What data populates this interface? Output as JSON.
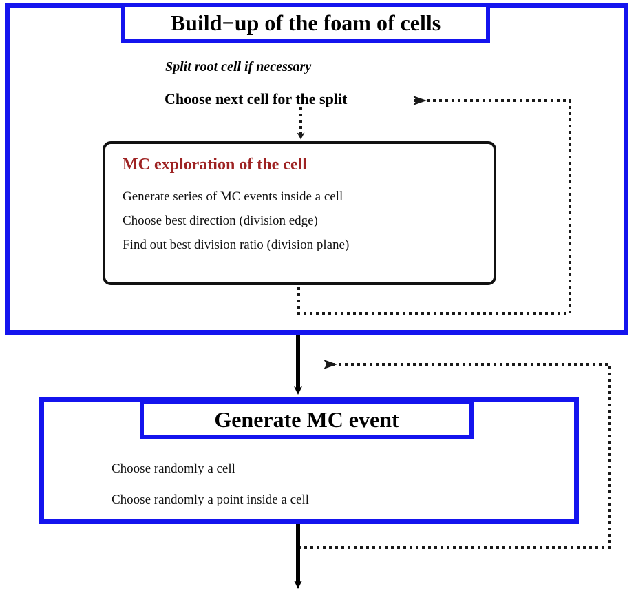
{
  "diagram": {
    "title": "Build-up of the foam of cells / Generate MC event flowchart",
    "colors": {
      "frame_blue": "#1414EE",
      "heading_red": "#9E2323",
      "outline_black": "#111111",
      "background": "#FFFFFF"
    }
  },
  "buildup_panel": {
    "title": "Build−up of the foam of cells",
    "steps": [
      {
        "text": "Split root cell if necessary",
        "style": "bold-italic"
      },
      {
        "text": "Choose next cell for the split",
        "style": "bold"
      }
    ]
  },
  "mc_box": {
    "heading": "MC exploration of the cell",
    "items": [
      "Generate series of MC events inside a cell",
      "Choose best direction (division edge)",
      "Find out best division ratio (division plane)"
    ]
  },
  "generate_panel": {
    "title": "Generate MC event",
    "items": [
      "Choose randomly a cell",
      "Choose randomly a point inside a cell"
    ]
  },
  "connectors": [
    {
      "name": "choose-next-to-mc-box",
      "style": "dotted",
      "direction": "down",
      "arrowhead": true
    },
    {
      "name": "mc-box-loop-back-to-choose-next",
      "style": "dotted",
      "direction": "up-left",
      "arrowhead": true
    },
    {
      "name": "buildup-to-generate",
      "style": "solid",
      "direction": "down",
      "arrowhead": true
    },
    {
      "name": "generate-loop-back-to-buildup-arrow",
      "style": "dotted",
      "direction": "up-left",
      "arrowhead": true
    },
    {
      "name": "generate-output-down",
      "style": "solid",
      "direction": "down",
      "arrowhead": true
    }
  ]
}
